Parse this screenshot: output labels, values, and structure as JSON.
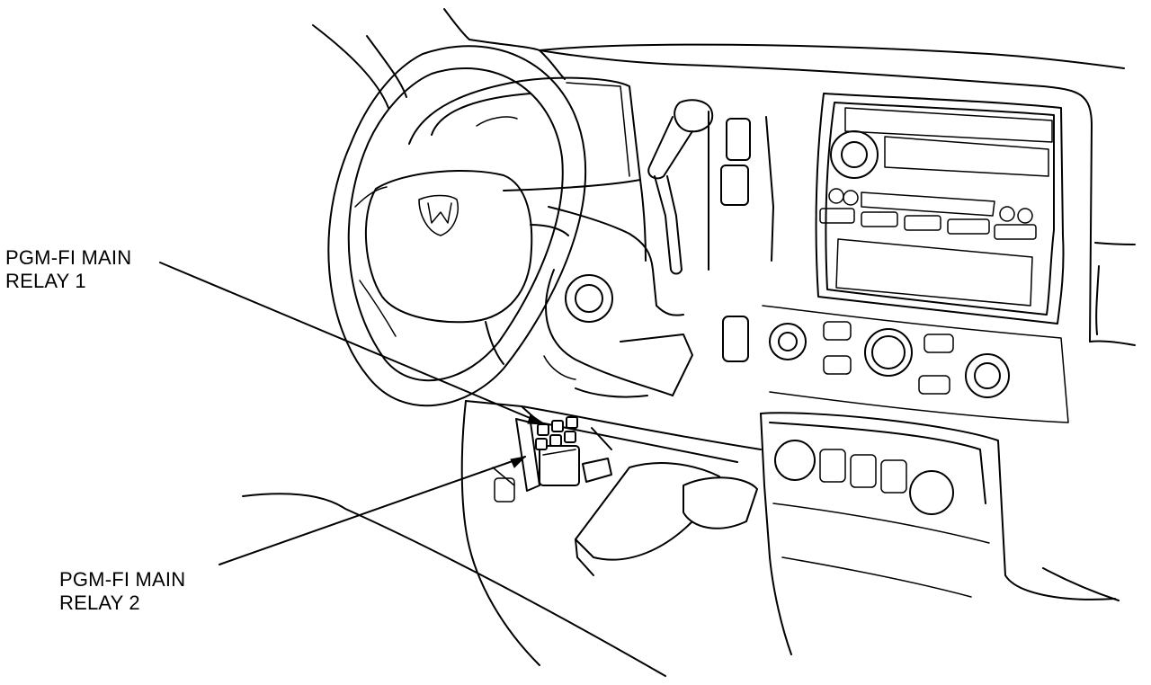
{
  "callouts": [
    {
      "line1": "PGM-FI MAIN",
      "line2": "RELAY 1"
    },
    {
      "line1": "PGM-FI MAIN",
      "line2": "RELAY 2"
    }
  ]
}
